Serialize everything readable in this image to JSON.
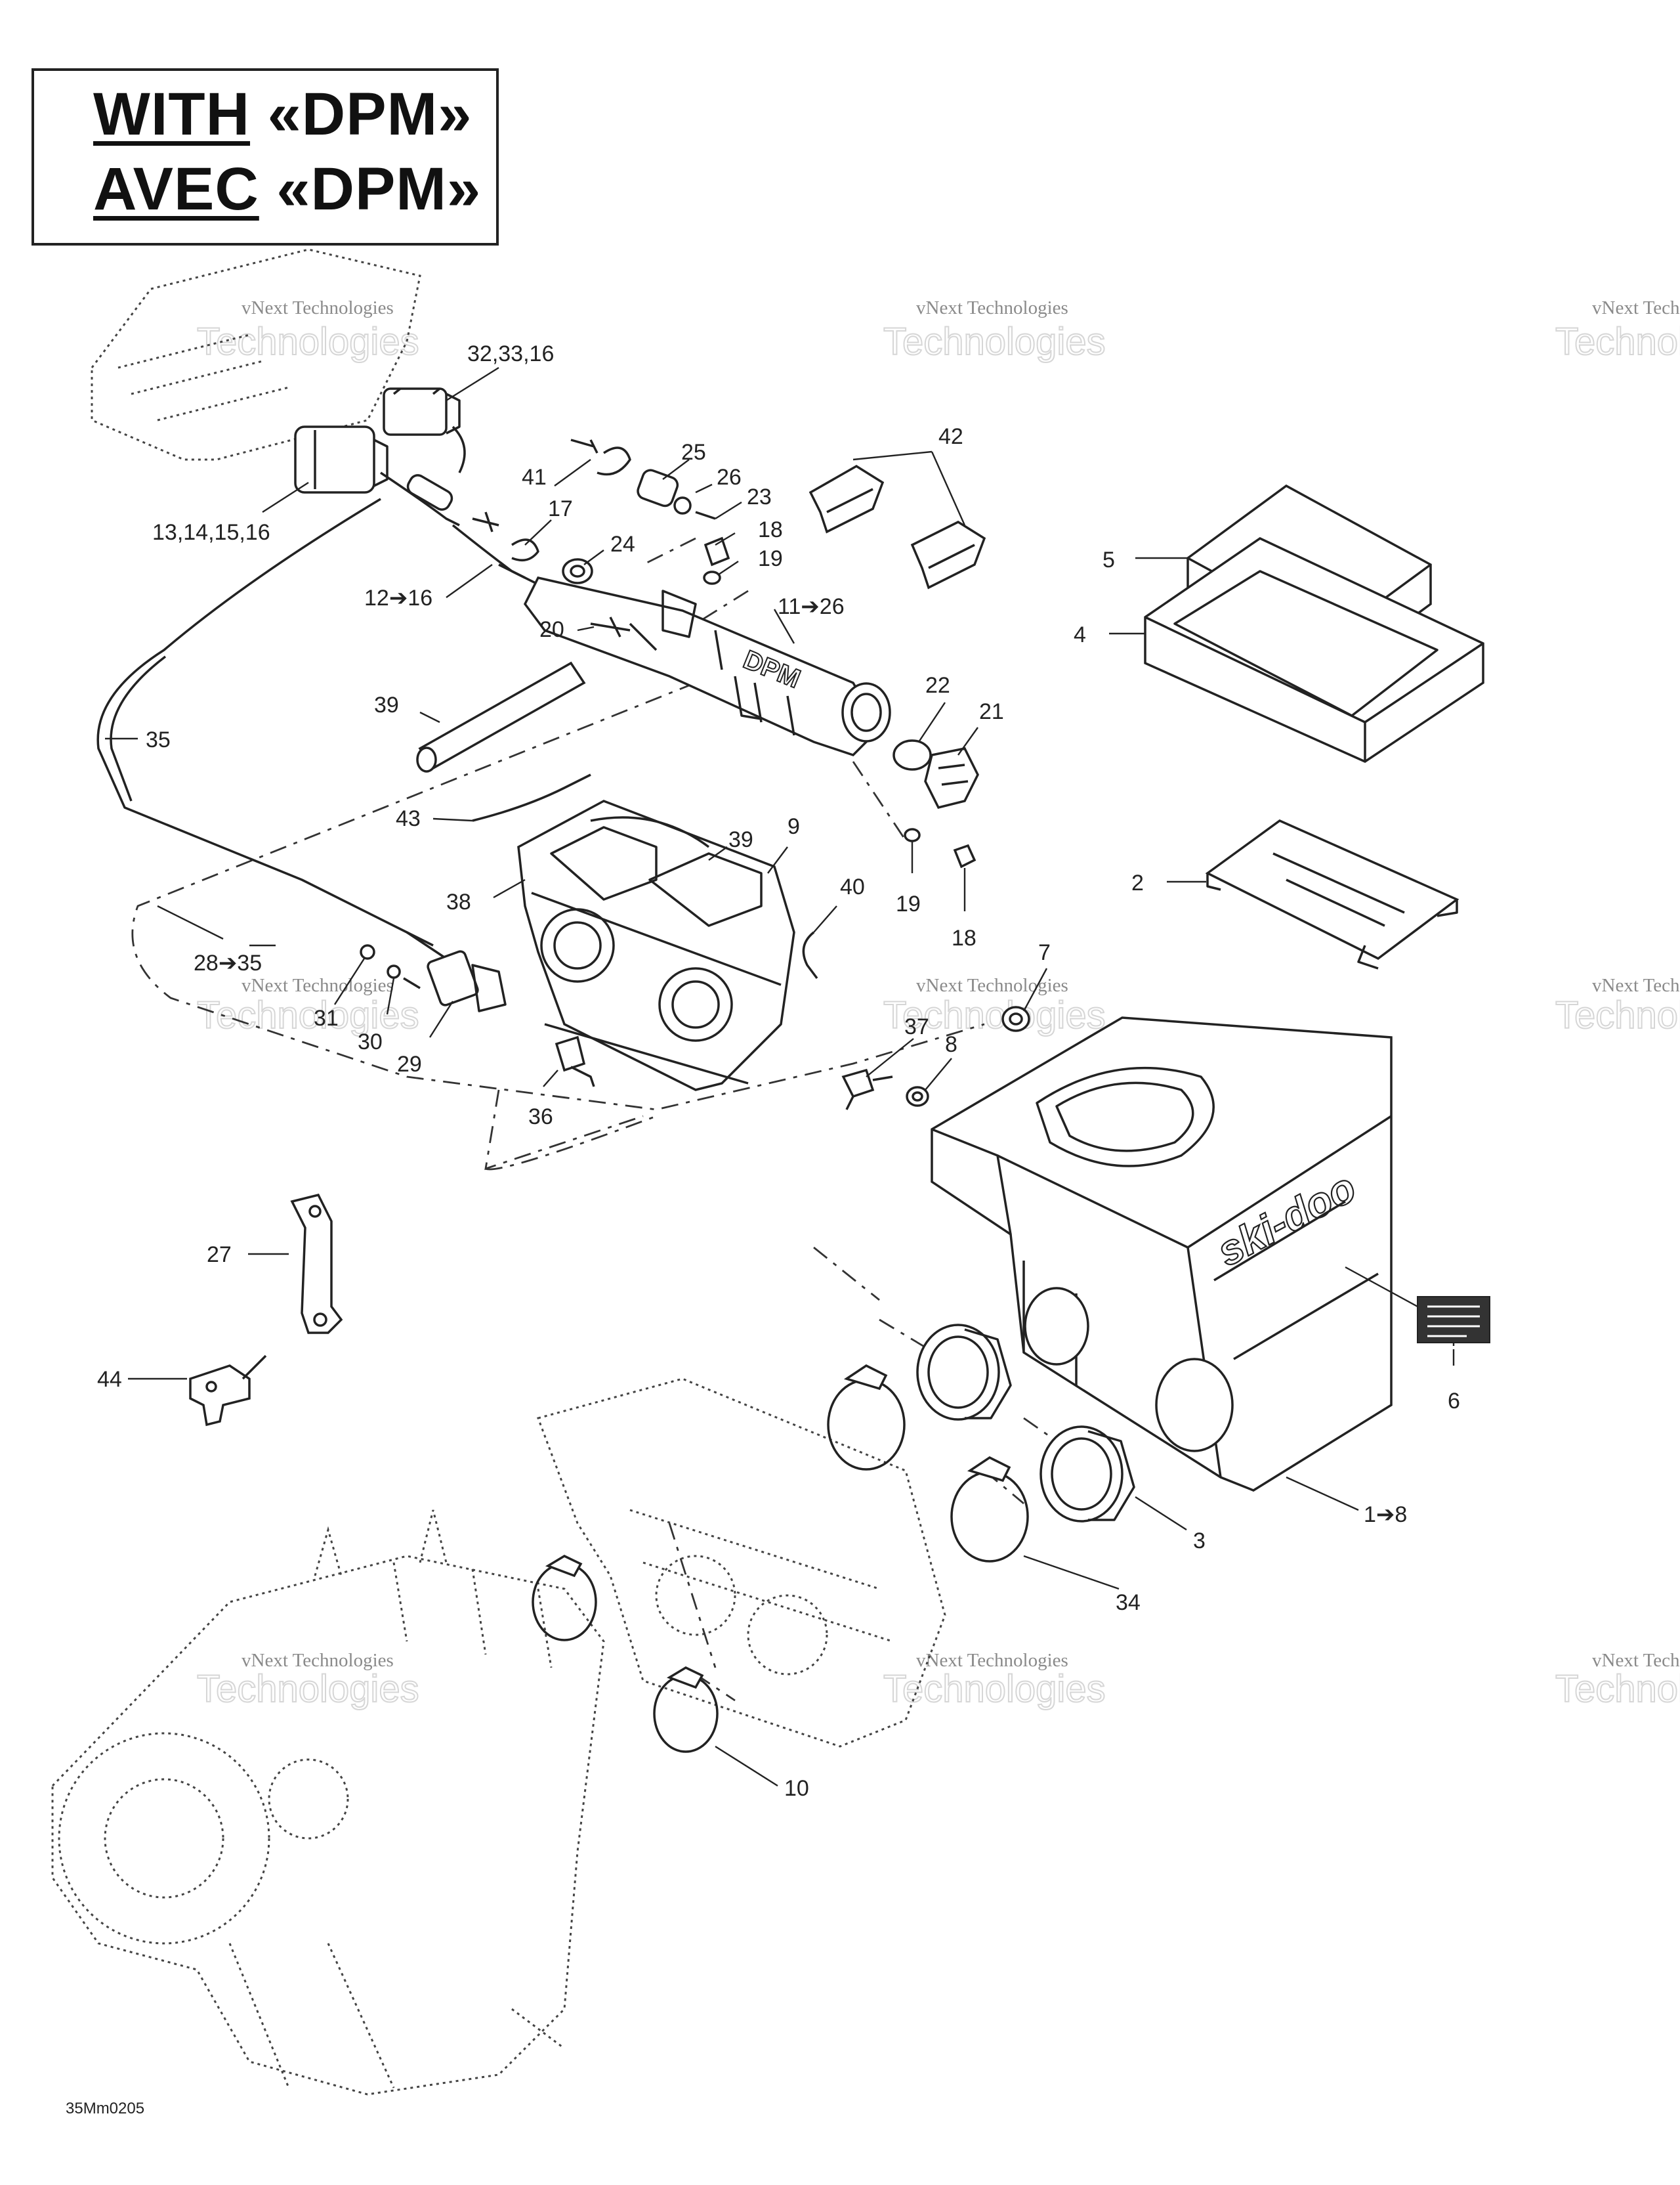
{
  "header": {
    "line1_word": "WITH",
    "line1_rest": " «DPM»",
    "line2_word": "AVEC",
    "line2_rest": " «DPM»"
  },
  "watermark": {
    "line1": "vNext Technologies",
    "line2": "Technologies"
  },
  "callouts": {
    "c1": "32,33,16",
    "c2": "42",
    "c3": "13,14,15,16",
    "c4": "41",
    "c5": "25",
    "c6": "26",
    "c7": "23",
    "c8": "17",
    "c9": "18",
    "c10": "24",
    "c11": "19",
    "c12": "12➔16",
    "c13": "11➔26",
    "c14": "20",
    "c15": "5",
    "c16": "4",
    "c17": "22",
    "c18": "21",
    "c19": "35",
    "c20": "39",
    "c21": "43",
    "c22": "39",
    "c23": "9",
    "c24": "38",
    "c25": "40",
    "c26": "19",
    "c27": "18",
    "c28": "2",
    "c29": "28➔35",
    "c30": "31",
    "c31": "30",
    "c32": "29",
    "c33": "36",
    "c34": "7",
    "c35": "37",
    "c36": "8",
    "c37": "27",
    "c38": "44",
    "c39": "6",
    "c40": "3",
    "c41": "1➔8",
    "c42": "34",
    "c43": "10"
  },
  "logo_text": "ski-doo",
  "brand_text": "DPM",
  "drawing_code": "35Mm0205"
}
